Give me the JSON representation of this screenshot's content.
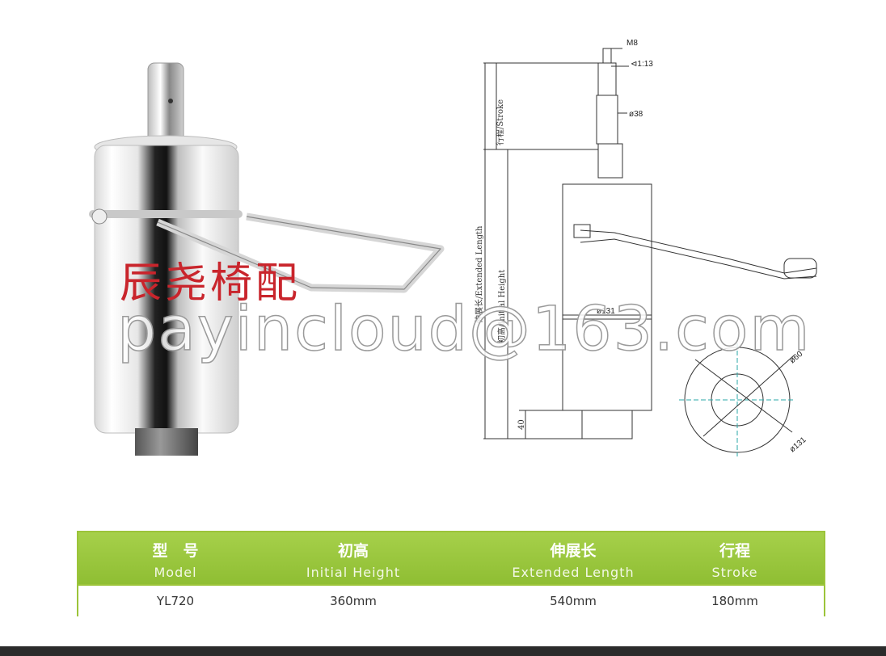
{
  "watermark": {
    "cn_text": "辰尧椅配",
    "en_text": "payincloud@163.com"
  },
  "diagram": {
    "labels": {
      "thread": "M8",
      "flat": "⊲1:13",
      "rod_dia": "ø38",
      "body_dia": "ø131",
      "base_height": "40",
      "circle_inner": "ø60",
      "circle_outer": "ø131",
      "stroke": "行程/Stroke",
      "extended": "伸展长/Extended Length",
      "initial": "初高/Initial Height"
    }
  },
  "spec_table": {
    "headers": [
      {
        "cn": "型　号",
        "en": "Model"
      },
      {
        "cn": "初高",
        "en": "Initial Height"
      },
      {
        "cn": "伸展长",
        "en": "Extended Length"
      },
      {
        "cn": "行程",
        "en": "Stroke"
      }
    ],
    "rows": [
      {
        "model": "YL720",
        "initial": "360mm",
        "extended": "540mm",
        "stroke": "180mm"
      }
    ],
    "colors": {
      "header": "#9cc43a",
      "border": "#9cc43a"
    }
  }
}
